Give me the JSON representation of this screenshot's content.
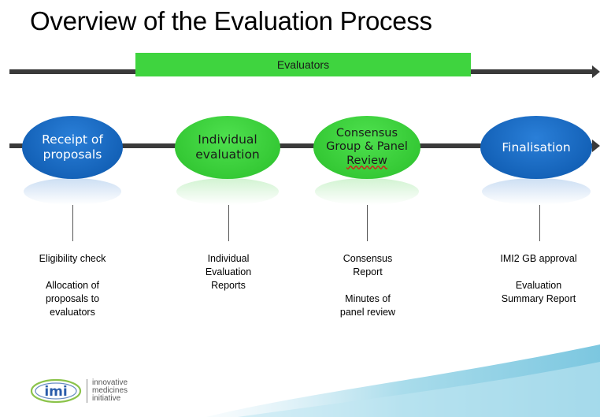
{
  "title": "Overview of the Evaluation Process",
  "evaluators_label": "Evaluators",
  "stages": [
    {
      "lines": [
        "Receipt of",
        "proposals"
      ],
      "color": "#1462b8"
    },
    {
      "lines": [
        "Individual",
        "evaluation"
      ],
      "color": "#35c935"
    },
    {
      "lines": [
        "Consensus",
        "Group & Panel",
        "Review"
      ],
      "color": "#35c935"
    },
    {
      "lines": [
        "Finalisation"
      ],
      "color": "#1462b8"
    }
  ],
  "details": [
    {
      "groups": [
        [
          "Eligibility check"
        ],
        [
          "Allocation of",
          "proposals to",
          "evaluators"
        ]
      ]
    },
    {
      "groups": [
        [
          "Individual",
          "Evaluation",
          "Reports"
        ]
      ]
    },
    {
      "groups": [
        [
          "Consensus",
          "Report"
        ],
        [
          "Minutes of",
          "panel review"
        ]
      ]
    },
    {
      "groups": [
        [
          "IMI2 GB approval"
        ],
        [
          "Evaluation",
          "Summary Report"
        ]
      ]
    }
  ],
  "logo": {
    "mark": "imi",
    "lines": [
      "innovative",
      "medicines",
      "initiative"
    ]
  },
  "colors": {
    "blue": "#1462b8",
    "green": "#35c935",
    "evaluators_bar": "#3fd43f",
    "line": "#3a3a3a"
  }
}
